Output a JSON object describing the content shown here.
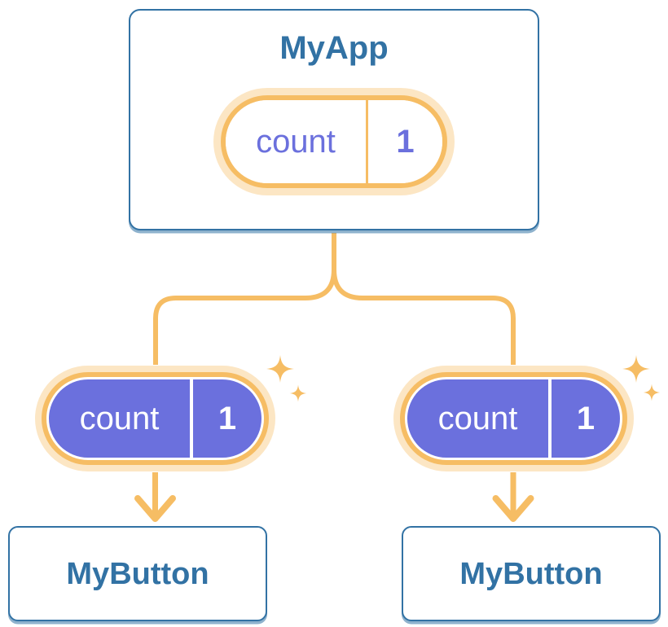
{
  "colors": {
    "blue": "#3272A4",
    "orange": "#F6BD64",
    "orange_halo": "rgba(246,189,100,0.38)",
    "purple": "#6B70DD",
    "background": "#FFFFFF"
  },
  "diagram": {
    "root_card": {
      "title": "MyApp",
      "pill": {
        "name": "count",
        "value": "1"
      }
    },
    "child_pills": [
      {
        "name": "count",
        "value": "1"
      },
      {
        "name": "count",
        "value": "1"
      }
    ],
    "child_cards": [
      {
        "title": "MyButton"
      },
      {
        "title": "MyButton"
      }
    ],
    "icons": {
      "sparkles": "sparkle-icon",
      "connector": "tree-connector",
      "arrows": "arrow-down-icon"
    }
  }
}
